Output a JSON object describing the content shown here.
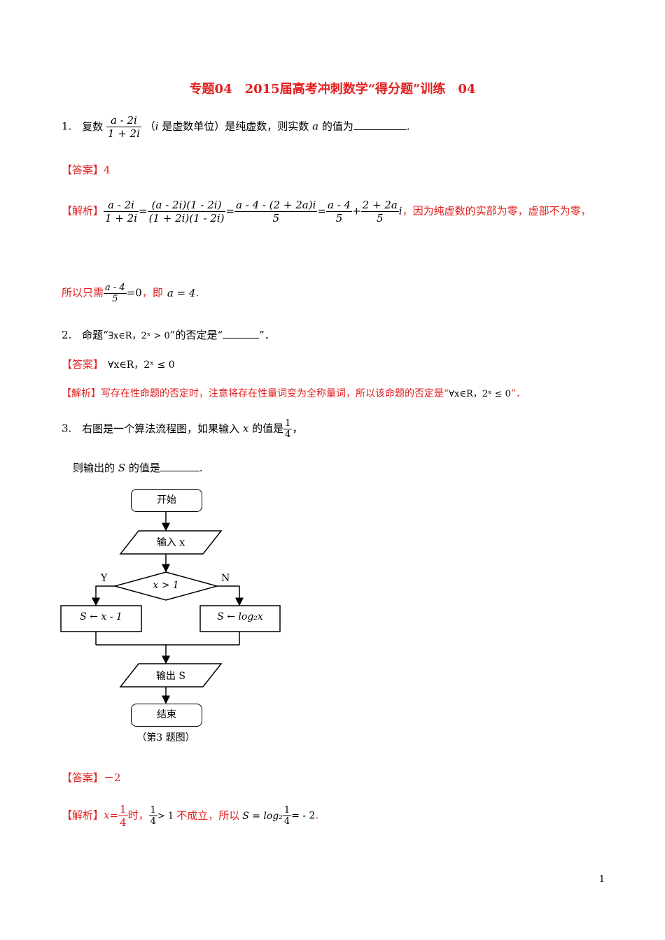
{
  "title": "专题04　2015届高考冲刺数学“得分题”训练　04",
  "q1": {
    "num": "1.",
    "prefix": "复数",
    "frac_num": "a - 2i",
    "frac_den": "1 + 2i",
    "paren_var": "i",
    "text1": "是虚数单位）是纯虚数，则实数",
    "var_a": "a",
    "text2": "的值为",
    "end": ".",
    "paren_open": "（"
  },
  "a1": {
    "label": "【答案】",
    "value": "4"
  },
  "s1": {
    "label": "【解析】",
    "f1_num": "a - 2i",
    "f1_den": "1 + 2i",
    "eq": "=",
    "f2_num": "(a - 2i)(1 - 2i)",
    "f2_den": "(1 + 2i)(1 - 2i)",
    "f3_num": "a - 4 - (2 + 2a)i",
    "f3_den": "5",
    "f4_num": "a - 4",
    "f4_den": "5",
    "plus": "+",
    "f5_num": "2 + 2a",
    "f5_den": "5",
    "i": "i",
    "reason": "，因为纯虚数的实部为零，虚部不为零，",
    "line2_prefix": "所以只需",
    "l2_num": "a - 4",
    "l2_den": "5",
    "l2_eq": "=0",
    "l2_mid": "，即",
    "l2_result": "a = 4",
    "dot": "."
  },
  "q2": {
    "num": "2.",
    "text1": "命题“",
    "expr": "∃x∈R，2ˣ > 0",
    "text2": "”的否定是“",
    "text3": "”．"
  },
  "a2": {
    "label": "【答案】",
    "value": "∀x∈R，2ˣ ≤ 0"
  },
  "s2": {
    "label": "【解析】",
    "text": "写存在性命题的否定时，注意将存在性量词变为全称量词，所以该命题的否定是“",
    "expr": "∀x∈R，2ˣ ≤ 0",
    "end": "”．"
  },
  "q3": {
    "num": "3.",
    "text1": "右图是一个算法流程图，如果输入",
    "var_x": "x",
    "text2": "的值是",
    "frac_num": "1",
    "frac_den": "4",
    "comma": "，",
    "line2_pre": "则输出的",
    "var_s": "S",
    "line2_post": "的值是",
    "end": "."
  },
  "flow": {
    "start": "开始",
    "input": "输入 x",
    "cond": "x > 1",
    "yes": "Y",
    "no": "N",
    "left_box": "S ← x - 1",
    "right_box": "S ← log₂x",
    "output": "输出 S",
    "end": "结束",
    "caption": "（第3 题图）"
  },
  "a3": {
    "label": "【答案】",
    "value": "－2"
  },
  "s3": {
    "label": "【解析】",
    "xeq": "x=",
    "f1_num": "1",
    "f1_den": "4",
    "shi": "时，",
    "f2_num": "1",
    "f2_den": "4",
    "gt": "> 1",
    "text": "不成立，所以",
    "result_pre": "S = log₂",
    "f3_num": "1",
    "f3_den": "4",
    "result_post": "= - 2",
    "dot": "."
  },
  "page_number": "1"
}
